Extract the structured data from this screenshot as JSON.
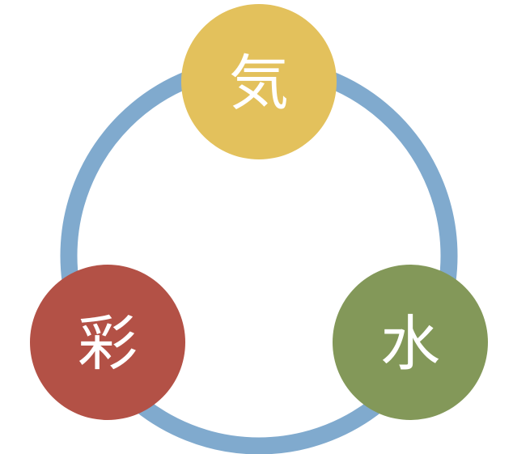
{
  "diagram": {
    "ring": {
      "color": "#80aace"
    },
    "nodes": [
      {
        "id": "ki",
        "label": "気",
        "color": "#e3c15c"
      },
      {
        "id": "mizu",
        "label": "水",
        "color": "#839859"
      },
      {
        "id": "sai",
        "label": "彩",
        "color": "#b35146"
      }
    ]
  }
}
